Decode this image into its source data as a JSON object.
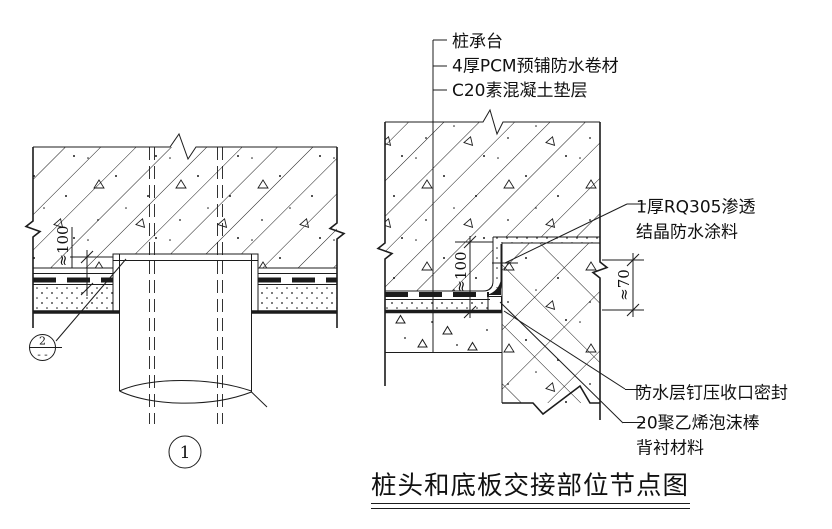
{
  "colors": {
    "ink": "#1c1c1c",
    "paper": "#ffffff"
  },
  "title": {
    "text": "桩头和底板交接部位节点图"
  },
  "left_detail": {
    "dim_height": "≈100",
    "detail_bubble": "1",
    "ref_bubble_top": "2",
    "ref_bubble_bottom": "- -"
  },
  "right_detail": {
    "top_labels": [
      "桩承台",
      "4厚PCM预铺防水卷材",
      "C20素混凝土垫层"
    ],
    "coating_label_line1": "1厚RQ305渗透",
    "coating_label_line2": "结晶防水涂料",
    "seal_label": "防水层钉压收口密封",
    "foam_label_line1": "20聚乙烯泡沫棒",
    "foam_label_line2": "背衬材料",
    "dim_height": "≈100",
    "dim_offset": "≈70"
  }
}
